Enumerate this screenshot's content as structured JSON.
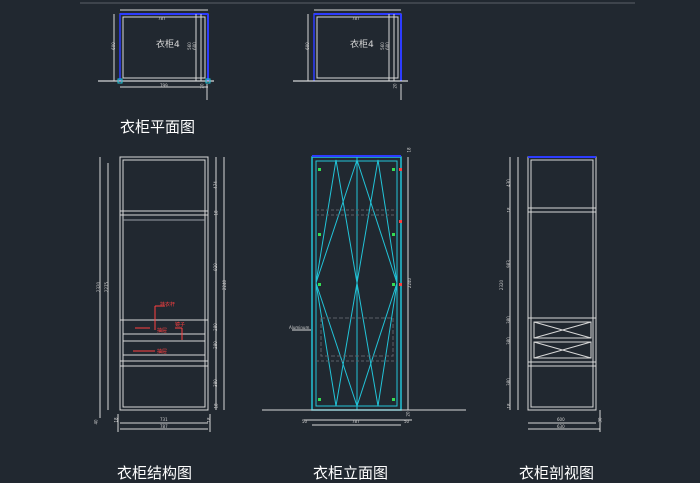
{
  "plan": {
    "caption": "衣柜平面图",
    "left": {
      "label": "衣柜4",
      "top_dim": "787",
      "bottom_dim": "799",
      "side_left": "600",
      "side_r1": "560",
      "side_r2": "600",
      "side_r3": "20"
    },
    "right": {
      "label": "衣柜4",
      "top_dim": "787",
      "side_left": "600",
      "side_r1": "560",
      "side_r2": "600",
      "side_r3": "20"
    }
  },
  "structure": {
    "caption": "衣柜结构图",
    "right_dims": [
      "474",
      "18",
      "920",
      "2240",
      "280",
      "280",
      "380",
      "18"
    ],
    "left_dims": [
      "2320",
      "2275"
    ],
    "bottom_dims": [
      "731",
      "787"
    ],
    "small_dims": [
      "40",
      "18",
      "18"
    ],
    "callouts": [
      "挂衣杆",
      "抽屉",
      "抽屉",
      "镜子"
    ]
  },
  "elevation": {
    "caption": "衣柜立面图",
    "right_dims": [
      "18",
      "2240",
      "20"
    ],
    "bottom_dims": [
      "50",
      "787",
      "50"
    ],
    "note": "Aluminum"
  },
  "section": {
    "caption": "衣柜剖视图",
    "right_dims": [
      "430",
      "18",
      "983",
      "2320",
      "380",
      "380",
      "380",
      "18"
    ],
    "bottom_dims": [
      "600",
      "630",
      "30"
    ]
  },
  "colors": {
    "background": "#212830",
    "line": "#d8d8d8",
    "frame_blue": "#2d3cff",
    "cyan": "#22c4d8"
  }
}
